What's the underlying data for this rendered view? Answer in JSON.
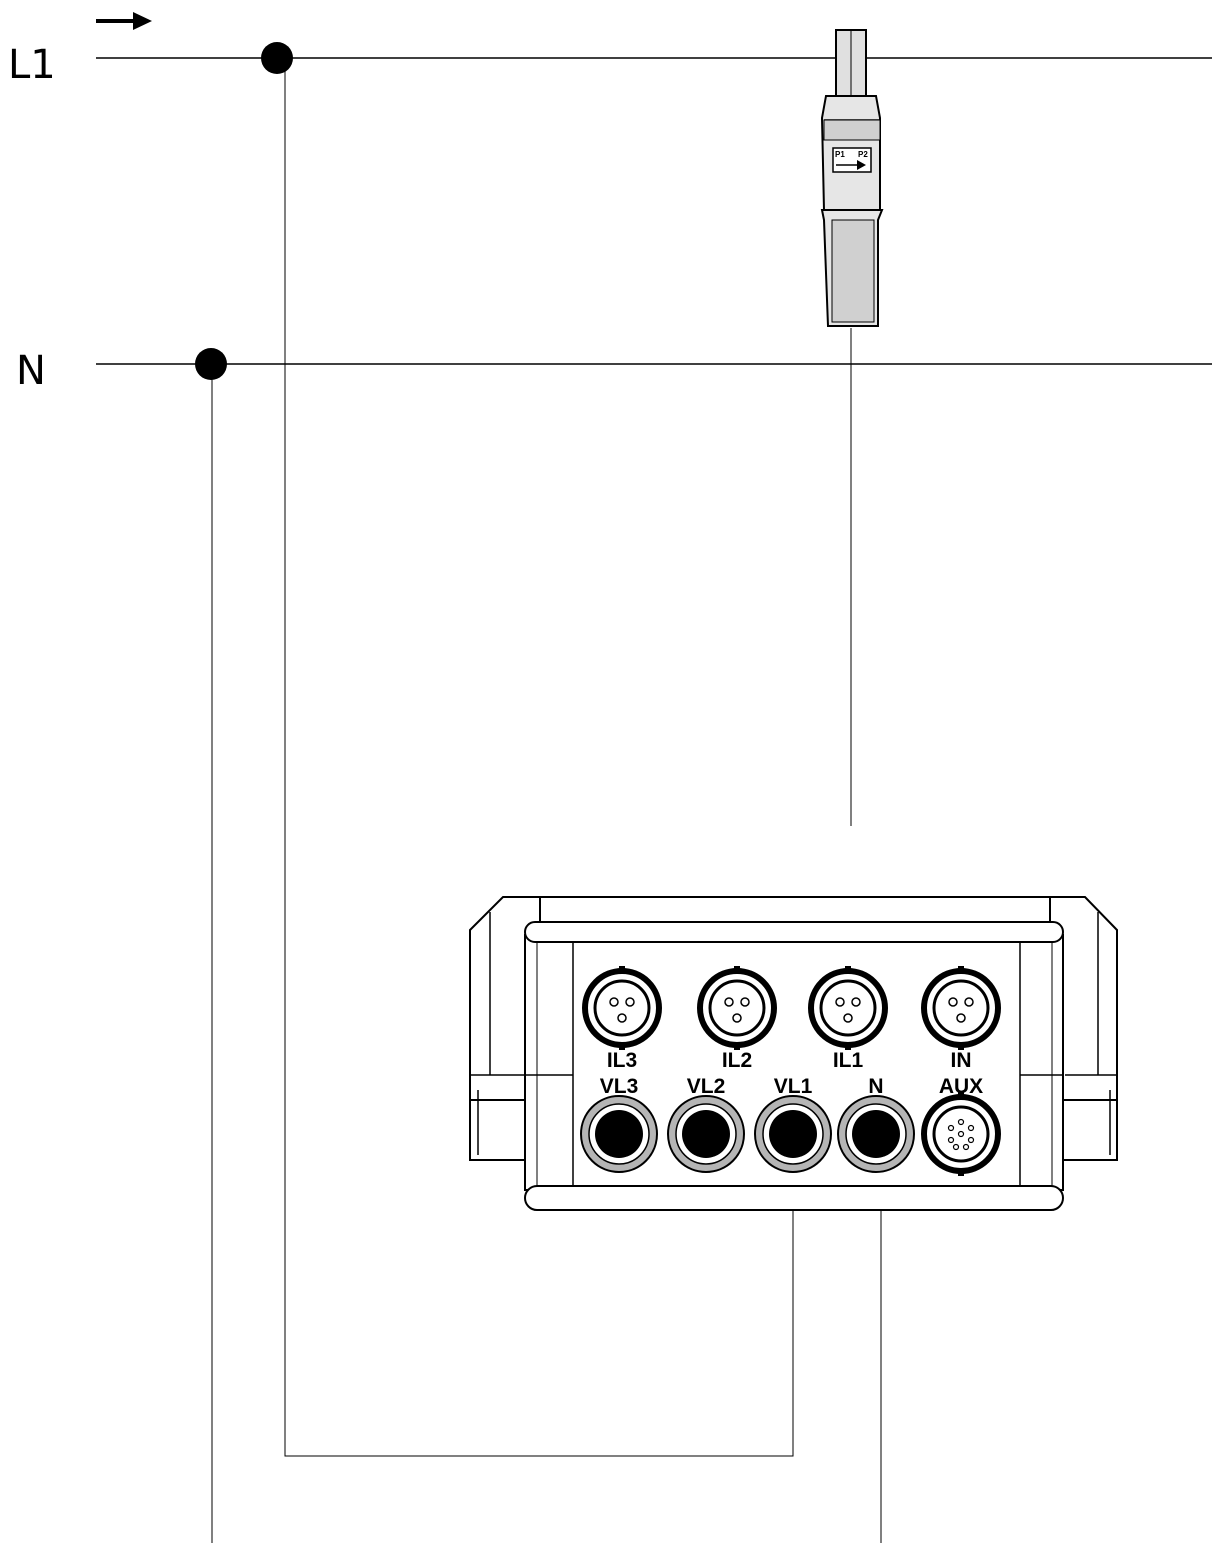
{
  "buses": {
    "l1_label": "L1",
    "n_label": "N"
  },
  "clamp": {
    "p1": "P1",
    "p2": "P2"
  },
  "current_inputs": [
    {
      "label": "IL3"
    },
    {
      "label": "IL2"
    },
    {
      "label": "IL1"
    },
    {
      "label": "IN"
    }
  ],
  "voltage_inputs": [
    {
      "label": "VL3"
    },
    {
      "label": "VL2"
    },
    {
      "label": "VL1"
    },
    {
      "label": "N"
    }
  ],
  "aux_input": {
    "label": "AUX"
  },
  "colors": {
    "line": "#000000",
    "clamp_body": "#e6e6e6",
    "clamp_grip": "#d0d0d0",
    "device_panel": "#ffffff",
    "voltage_ring": "#b5b5b5"
  }
}
